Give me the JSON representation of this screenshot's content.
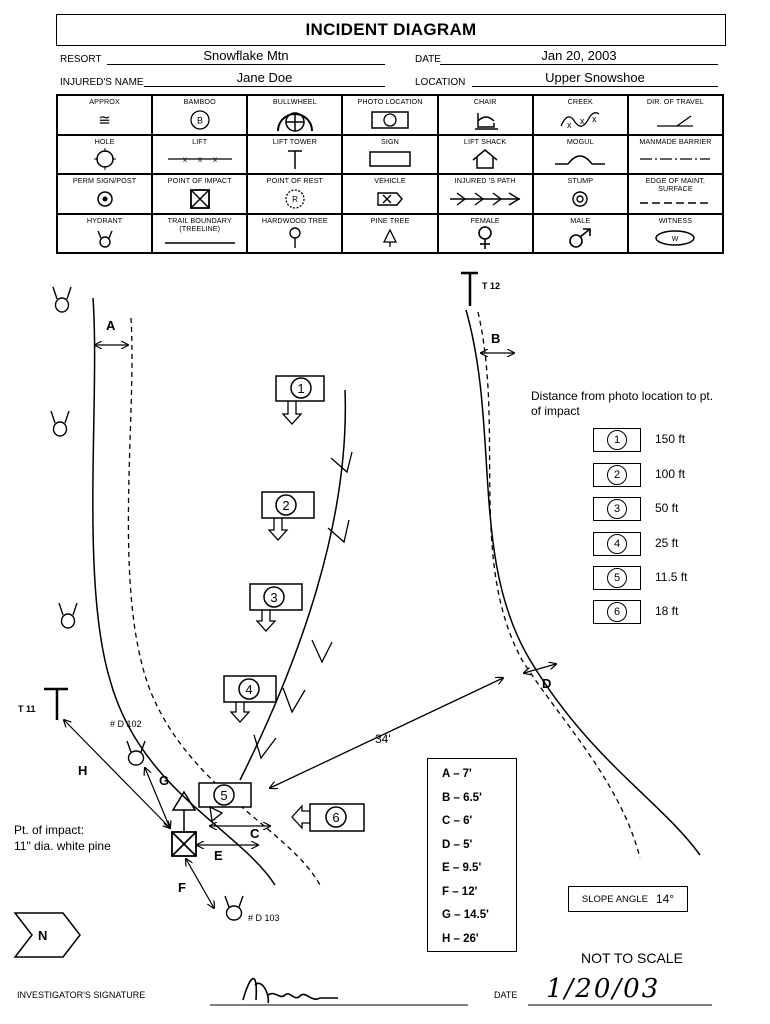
{
  "header": {
    "title": "INCIDENT DIAGRAM",
    "resort_label": "RESORT",
    "resort_value": "Snowflake Mtn",
    "date_label": "DATE",
    "date_value": "Jan 20, 2003",
    "injured_label": "INJURED'S NAME",
    "injured_value": "Jane Doe",
    "location_label": "LOCATION",
    "location_value": "Upper Snowshoe"
  },
  "legend": [
    {
      "name": "APPROX",
      "icon": "approx-icon"
    },
    {
      "name": "BAMBOO",
      "icon": "bamboo-icon",
      "glyph": "B"
    },
    {
      "name": "BULLWHEEL",
      "icon": "bullwheel-icon"
    },
    {
      "name": "PHOTO LOCATION",
      "icon": "photo-location-icon"
    },
    {
      "name": "CHAIR",
      "icon": "chair-icon"
    },
    {
      "name": "CREEK",
      "icon": "creek-icon"
    },
    {
      "name": "DIR. OF TRAVEL",
      "icon": "direction-of-travel-icon"
    },
    {
      "name": "HOLE",
      "icon": "hole-icon"
    },
    {
      "name": "LIFT",
      "icon": "lift-icon"
    },
    {
      "name": "LIFT TOWER",
      "icon": "lift-tower-icon"
    },
    {
      "name": "SIGN",
      "icon": "sign-icon"
    },
    {
      "name": "LIFT SHACK",
      "icon": "lift-shack-icon"
    },
    {
      "name": "MOGUL",
      "icon": "mogul-icon"
    },
    {
      "name": "MANMADE BARRIER",
      "icon": "manmade-barrier-icon"
    },
    {
      "name": "PERM SIGN/POST",
      "icon": "perm-sign-post-icon"
    },
    {
      "name": "POINT OF IMPACT",
      "icon": "point-of-impact-icon"
    },
    {
      "name": "POINT OF REST",
      "icon": "point-of-rest-icon",
      "glyph": "R"
    },
    {
      "name": "VEHICLE",
      "icon": "vehicle-icon"
    },
    {
      "name": "INJURED 'S PATH",
      "icon": "injured-path-icon"
    },
    {
      "name": "STUMP",
      "icon": "stump-icon"
    },
    {
      "name": "EDGE OF MAINT. SURFACE",
      "icon": "edge-of-maint-surface-icon"
    },
    {
      "name": "HYDRANT",
      "icon": "hydrant-icon"
    },
    {
      "name": "TRAIL BOUNDARY (TREELINE)",
      "icon": "trail-boundary-icon"
    },
    {
      "name": "HARDWOOD TREE",
      "icon": "hardwood-tree-icon"
    },
    {
      "name": "PINE TREE",
      "icon": "pine-tree-icon"
    },
    {
      "name": "FEMALE",
      "icon": "female-icon"
    },
    {
      "name": "MALE",
      "icon": "male-icon"
    },
    {
      "name": "WITNESS",
      "icon": "witness-icon",
      "glyph": "W"
    }
  ],
  "diagram": {
    "labels": {
      "A": "A",
      "B": "B",
      "C": "C",
      "D": "D",
      "E": "E",
      "F": "F",
      "G": "G",
      "H": "H"
    },
    "tower_12": "T 12",
    "tower_11": "T 11",
    "witness_102": "# D 102",
    "witness_103": "# D 103",
    "distance_34": "34'",
    "impact_note_1": "Pt. of impact:",
    "impact_note_2": "11\" dia. white pine",
    "north": "N",
    "photos": [
      "1",
      "2",
      "3",
      "4",
      "5",
      "6"
    ],
    "distance_title_1": "Distance from photo location to pt.",
    "distance_title_2": "of impact",
    "distances": [
      {
        "photo": "1",
        "value": "150 ft"
      },
      {
        "photo": "2",
        "value": "100 ft"
      },
      {
        "photo": "3",
        "value": "50 ft"
      },
      {
        "photo": "4",
        "value": "25 ft"
      },
      {
        "photo": "5",
        "value": "11.5 ft"
      },
      {
        "photo": "6",
        "value": "18 ft"
      }
    ],
    "measurements": [
      "A – 7'",
      "B – 6.5'",
      "C – 6'",
      "D – 5'",
      "E – 9.5'",
      "F – 12'",
      "G – 14.5'",
      "H – 26'"
    ],
    "slope_label": "SLOPE ANGLE",
    "slope_value": "14°",
    "not_to_scale": "NOT TO SCALE"
  },
  "footer": {
    "signature_label": "INVESTIGATOR'S SIGNATURE",
    "date_label": "DATE",
    "date_value": "1/20/03"
  }
}
